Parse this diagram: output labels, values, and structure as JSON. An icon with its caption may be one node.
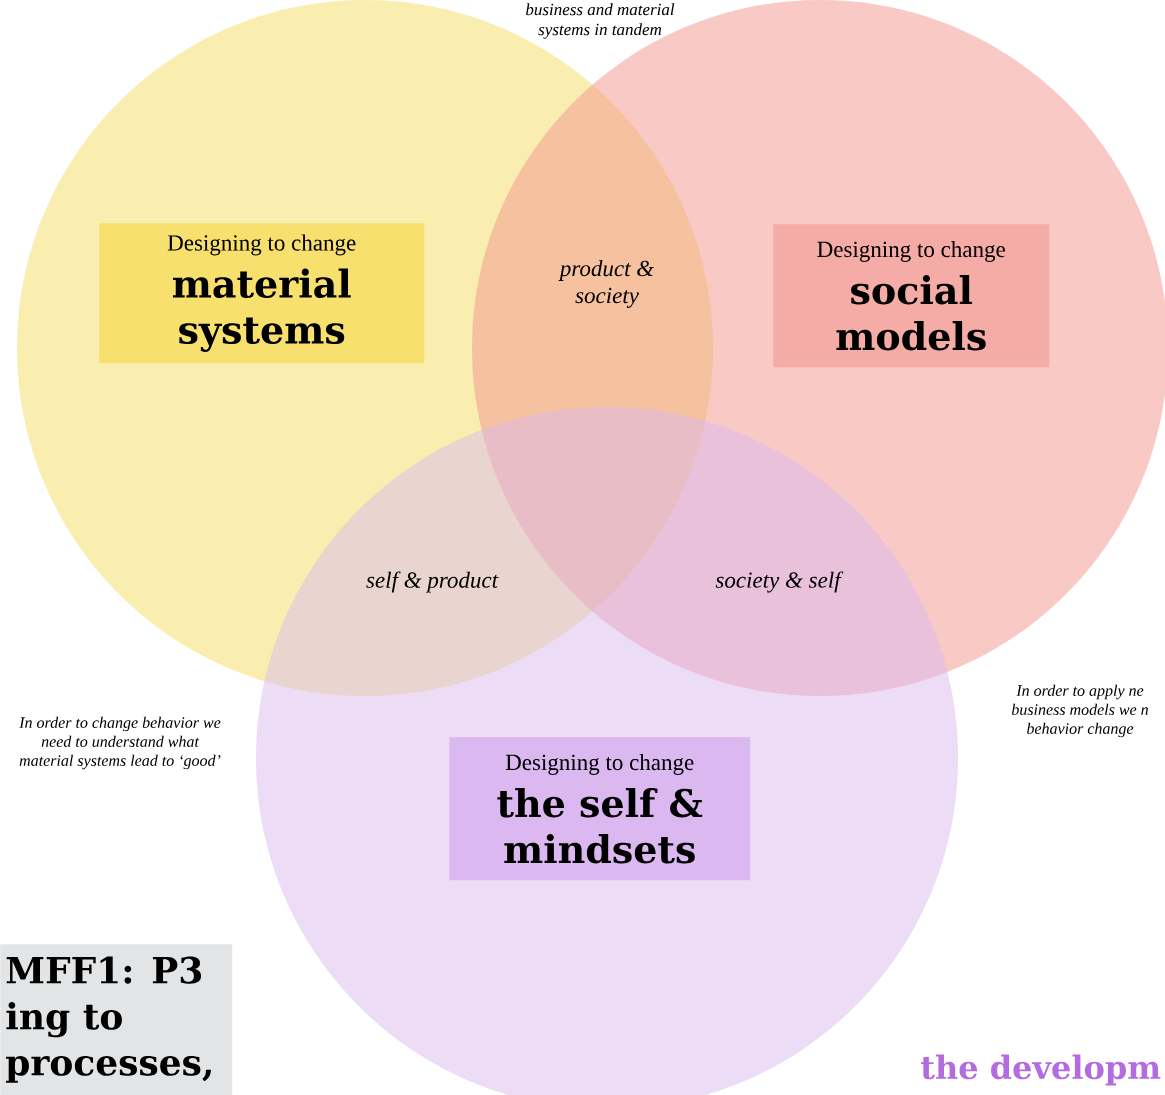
{
  "diagram": {
    "nodes": [
      {
        "text": [],
        "shape": "circle"
      },
      {
        "text": [],
        "shape": "circle"
      },
      {
        "text": [],
        "shape": "circle"
      },
      {
        "text": [
          "Designing to change",
          "material systems"
        ],
        "in": 0
      },
      {
        "text": [
          "Designing to change",
          "social models"
        ],
        "in": 1
      },
      {
        "text": [
          "Designing to change",
          "the self & mindsets"
        ],
        "in": 2
      },
      {
        "text": [
          "MFF1: P3 ing to processes,"
        ]
      }
    ],
    "edges": [],
    "labels": [
      "business and material systems in tandem",
      "product & society",
      "self & product",
      "society & self",
      "In order to change behavior we need to understand what material systems lead to ‘good’",
      "In order to apply ne business models we n behavior change",
      "the developm"
    ]
  }
}
